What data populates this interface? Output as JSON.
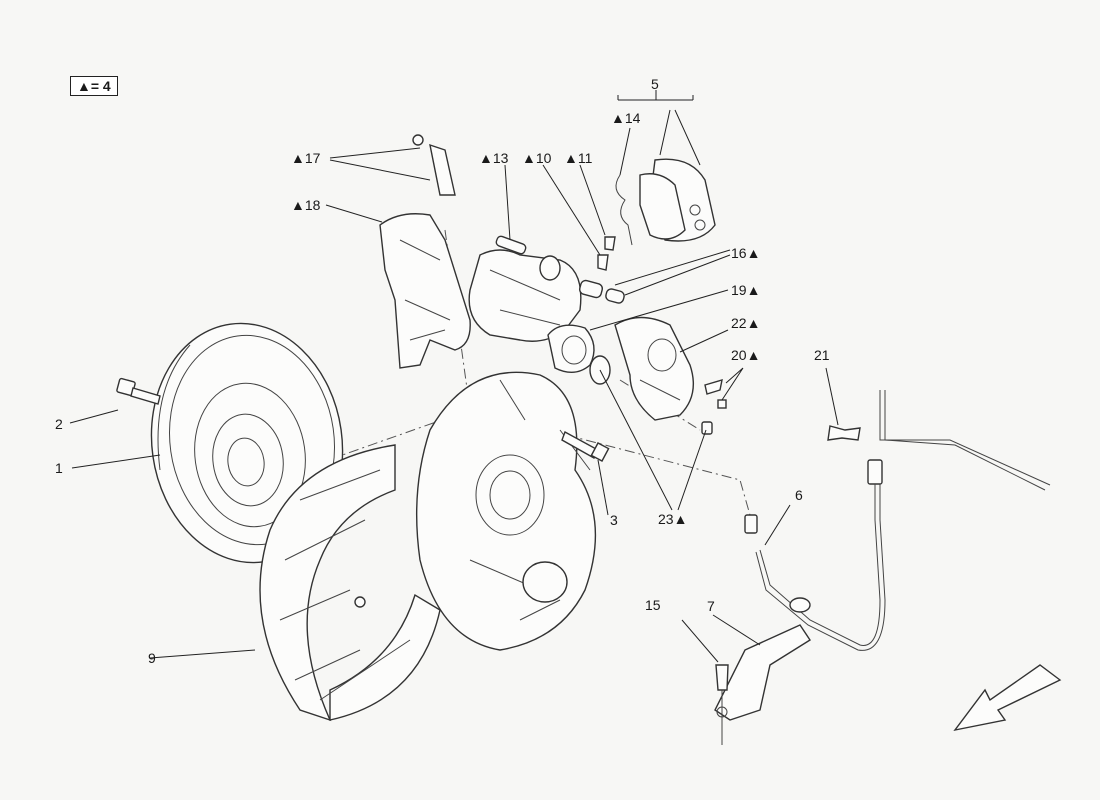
{
  "legend": {
    "text": "▲= 4"
  },
  "callouts": [
    {
      "id": "c1",
      "text": "1"
    },
    {
      "id": "c2",
      "text": "2"
    },
    {
      "id": "c3",
      "text": "3"
    },
    {
      "id": "c5",
      "text": "5"
    },
    {
      "id": "c6",
      "text": "6"
    },
    {
      "id": "c7",
      "text": "7"
    },
    {
      "id": "c9",
      "text": "9"
    },
    {
      "id": "c10",
      "text": "▲10"
    },
    {
      "id": "c11",
      "text": "▲11"
    },
    {
      "id": "c13",
      "text": "▲13"
    },
    {
      "id": "c14",
      "text": "▲14"
    },
    {
      "id": "c15",
      "text": "15"
    },
    {
      "id": "c16",
      "text": "16▲"
    },
    {
      "id": "c17",
      "text": "▲17"
    },
    {
      "id": "c18",
      "text": "▲18"
    },
    {
      "id": "c19",
      "text": "19▲"
    },
    {
      "id": "c20",
      "text": "20▲"
    },
    {
      "id": "c21",
      "text": "21"
    },
    {
      "id": "c22",
      "text": "22▲"
    },
    {
      "id": "c23",
      "text": "23▲"
    }
  ]
}
